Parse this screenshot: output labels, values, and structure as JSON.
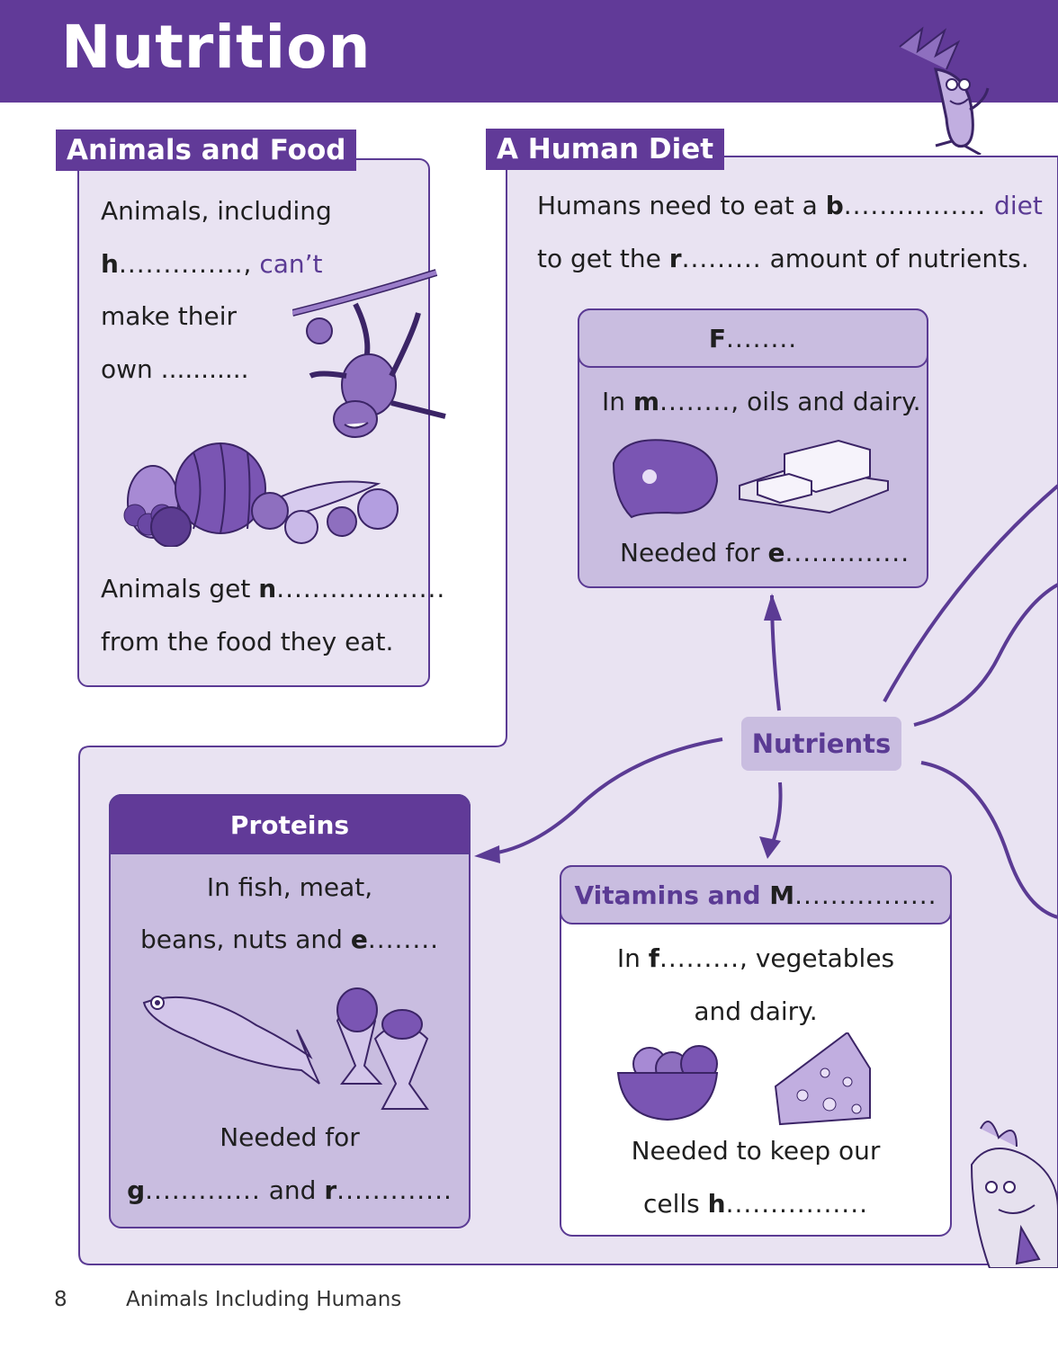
{
  "header": {
    "title": "Nutrition"
  },
  "animals_food": {
    "tag": "Animals and Food",
    "line1": "Animals, including",
    "line2_letter": "h",
    "line2_dots": "..............",
    "line2_comma": ",",
    "line2_hint": "can’t",
    "line3": "make their",
    "line4": "own  ...........",
    "line5_pre": "Animals get ",
    "line5_letter": "n",
    "line5_dots": "...................",
    "line6": "from the food they eat."
  },
  "human_diet": {
    "tag": "A Human Diet",
    "line1_pre": "Humans need to eat a ",
    "line1_letter": "b",
    "line1_dots": "................",
    "line1_hint": "diet",
    "line2_pre": "to get the ",
    "line2_letter": "r",
    "line2_dots": ".........",
    "line2_post": " amount of nutrients."
  },
  "fats": {
    "head_letter": "F",
    "head_dots": "........",
    "line1_pre": "In ",
    "line1_letter": "m",
    "line1_dots": "........",
    "line1_post": ", oils and dairy.",
    "line2_pre": "Needed for ",
    "line2_letter": "e",
    "line2_dots": ".............."
  },
  "nutrients": {
    "label": "Nutrients"
  },
  "proteins": {
    "head": "Proteins",
    "line1": "In fish, meat,",
    "line2_pre": "beans, nuts and ",
    "line2_letter": "e",
    "line2_dots": "........",
    "line3": "Needed for",
    "line4_letter1": "g",
    "line4_dots1": ".............",
    "line4_mid": " and ",
    "line4_letter2": "r",
    "line4_dots2": "............."
  },
  "vitamins": {
    "head_pre": "Vitamins and ",
    "head_letter": "M",
    "head_dots": "................",
    "line1_pre": "In ",
    "line1_letter": "f",
    "line1_dots": ".........",
    "line1_post": ", vegetables",
    "line2": "and dairy.",
    "line3": "Needed to keep our",
    "line4_pre": "cells ",
    "line4_letter": "h",
    "line4_dots": "................"
  },
  "footer": {
    "page_number": "8",
    "book_title": "Animals Including Humans"
  },
  "colors": {
    "purple": "#613a98",
    "panel": "#e9e3f2",
    "card_mid": "#c9bde0",
    "card_light": "#ddd4ec"
  }
}
